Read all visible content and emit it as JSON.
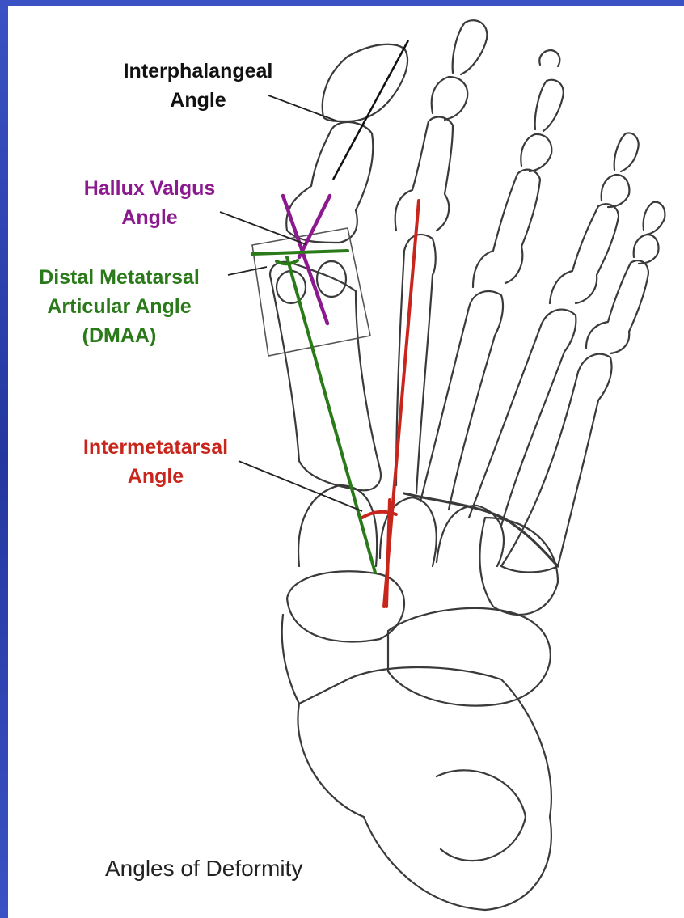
{
  "labels": {
    "interphalangeal": [
      "Interphalangeal",
      "Angle"
    ],
    "hallux_valgus": [
      "Hallux Valgus",
      "Angle"
    ],
    "dmaa": [
      "Distal Metatarsal",
      "Articular Angle",
      "(DMAA)"
    ],
    "intermetatarsal": [
      "Intermetatarsal",
      "Angle"
    ]
  },
  "caption": "Angles of Deformity",
  "colors": {
    "interphalangeal": "#111111",
    "hallux_valgus": "#8b1a8f",
    "dmaa": "#2a7a1a",
    "intermetatarsal": "#c8261c",
    "bone_outline": "#3a3a3a",
    "frame": "#2b3d9e"
  }
}
